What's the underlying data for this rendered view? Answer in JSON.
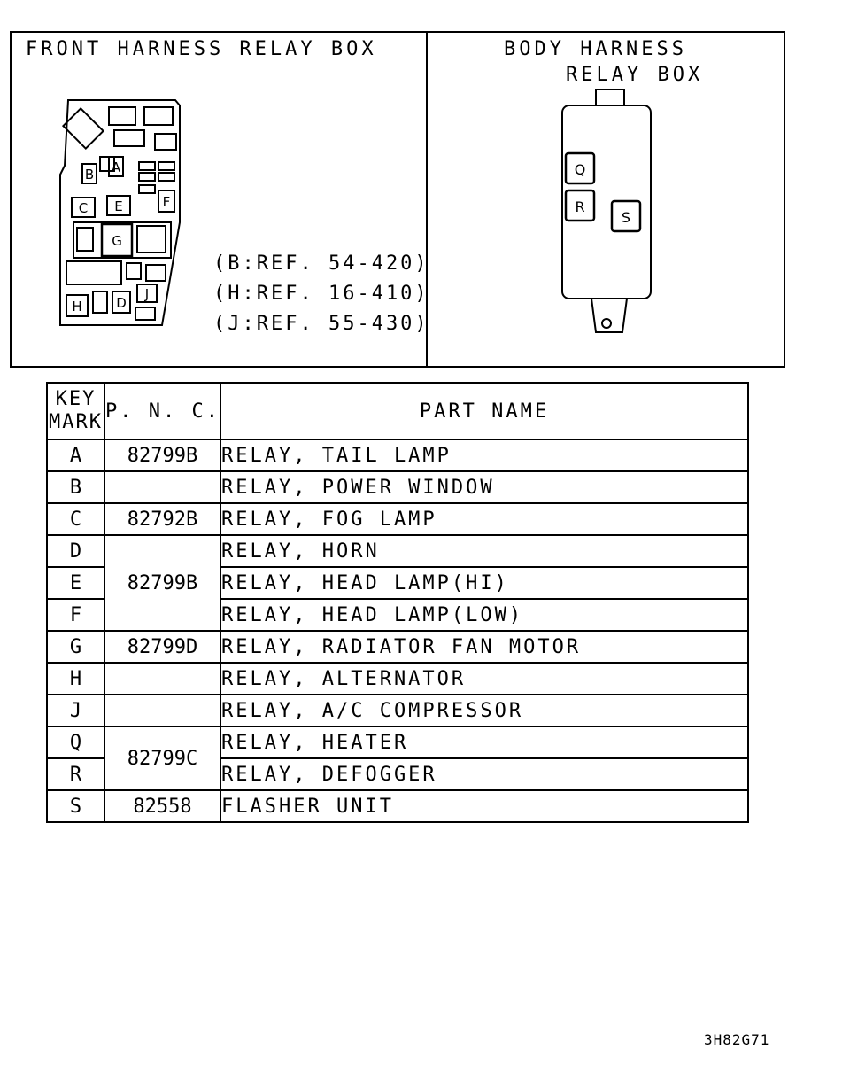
{
  "front_box": {
    "title": "FRONT HARNESS RELAY BOX",
    "refs": [
      "(B:REF. 54-420)",
      "(H:REF. 16-410)",
      "(J:REF. 55-430)"
    ],
    "markers": [
      "A",
      "B",
      "C",
      "E",
      "F",
      "G",
      "J",
      "D",
      "H"
    ]
  },
  "body_box": {
    "title_line1": "BODY HARNESS",
    "title_line2": "RELAY BOX",
    "markers": [
      "Q",
      "R",
      "S"
    ]
  },
  "table": {
    "headers": {
      "key_line1": "KEY",
      "key_line2": "MARK",
      "pnc": "P. N. C.",
      "part_name": "PART NAME"
    },
    "rows": [
      {
        "key": "A",
        "pnc": "82799B",
        "name": "RELAY, TAIL LAMP"
      },
      {
        "key": "B",
        "pnc": "",
        "name": "RELAY, POWER WINDOW"
      },
      {
        "key": "C",
        "pnc": "82792B",
        "name": "RELAY, FOG LAMP"
      },
      {
        "key": "D",
        "pnc": "82799B",
        "name": "RELAY, HORN"
      },
      {
        "key": "E",
        "pnc": "",
        "name": "RELAY, HEAD LAMP(HI)"
      },
      {
        "key": "F",
        "pnc": "",
        "name": "RELAY, HEAD LAMP(LOW)"
      },
      {
        "key": "G",
        "pnc": "82799D",
        "name": "RELAY, RADIATOR FAN MOTOR"
      },
      {
        "key": "H",
        "pnc": "",
        "name": "RELAY, ALTERNATOR"
      },
      {
        "key": "J",
        "pnc": "",
        "name": "RELAY, A/C COMPRESSOR"
      },
      {
        "key": "Q",
        "pnc": "82799C",
        "name": "RELAY, HEATER"
      },
      {
        "key": "R",
        "pnc": "",
        "name": "RELAY, DEFOGGER"
      },
      {
        "key": "S",
        "pnc": "82558",
        "name": "FLASHER UNIT"
      }
    ]
  },
  "drawing_code": "3H82G71"
}
